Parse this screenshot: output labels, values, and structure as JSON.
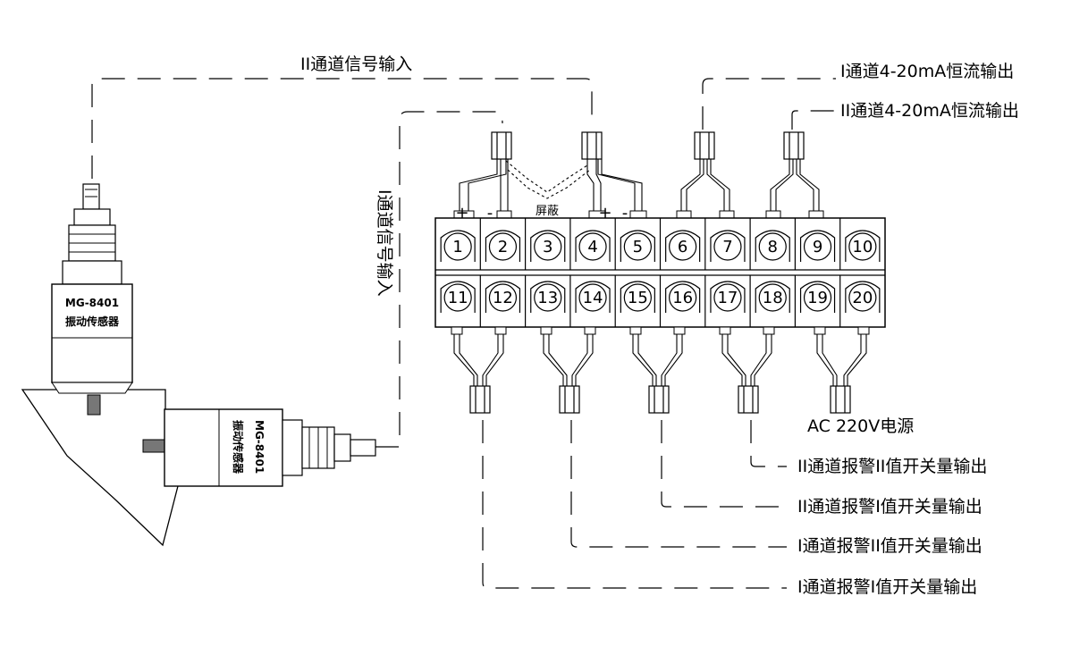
{
  "labels": {
    "ch2_signal_input": "II通道信号输入",
    "ch1_signal_input": "I通道信号输入",
    "ch1_current_output": "I通道4-20mA恒流输出",
    "ch2_current_output": "II通道4-20mA恒流输出",
    "shield": "屏蔽",
    "power": "AC 220V电源",
    "ch2_alarm_ii": "II通道报警II值开关量输出",
    "ch2_alarm_i": "II通道报警I值开关量输出",
    "ch1_alarm_ii": "I通道报警II值开关量输出",
    "ch1_alarm_i": "I通道报警I值开关量输出"
  },
  "polarity": {
    "plus": "+",
    "minus": "-"
  },
  "sensors": [
    {
      "model": "MG-8401",
      "name": "振动传感器"
    },
    {
      "model": "MG-8401",
      "name": "振动传感器"
    }
  ],
  "terminals": {
    "top": [
      "1",
      "2",
      "3",
      "4",
      "5",
      "6",
      "7",
      "8",
      "9",
      "10"
    ],
    "bottom": [
      "11",
      "12",
      "13",
      "14",
      "15",
      "16",
      "17",
      "18",
      "19",
      "20"
    ]
  }
}
